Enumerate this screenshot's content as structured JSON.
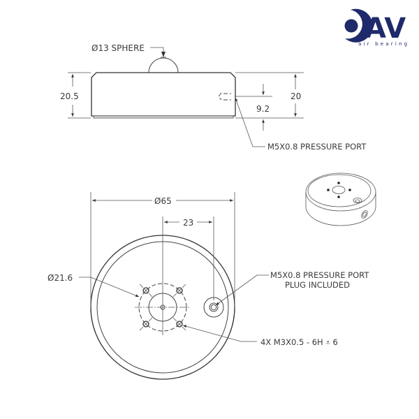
{
  "logo": {
    "brand": "AV",
    "tagline": "air bearing",
    "color": "#1f2a6b"
  },
  "side_view": {
    "sphere_label": "Ø13 SPHERE",
    "height_left": "20.5",
    "height_right": "20",
    "port_height": "9.2",
    "port_label": "M5X0.8 PRESSURE PORT"
  },
  "top_view": {
    "diameter_label": "Ø65",
    "offset_label": "23",
    "pitch_circle_label": "Ø21.6",
    "port_label_line1": "M5X0.8 PRESSURE PORT",
    "port_label_line2": "PLUG INCLUDED",
    "thread_label": "4X M3X0.5 - 6H ⩡ 6"
  },
  "isometric_view": {
    "description": "Isometric view of cylindrical air bearing puck with 4 tapped holes and side pressure port"
  }
}
